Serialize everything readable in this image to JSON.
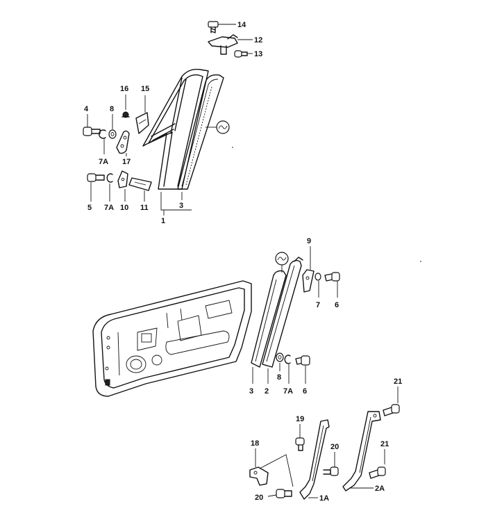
{
  "labels": {
    "l14": "14",
    "l12": "12",
    "l13": "13",
    "l16": "16",
    "l15": "15",
    "l4": "4",
    "l8a": "8",
    "l7Aa": "7A",
    "l17": "17",
    "l5": "5",
    "l7Ab": "7A",
    "l10": "10",
    "l11": "11",
    "l3a": "3",
    "l1": "1",
    "l9": "9",
    "l7a": "7",
    "l6a": "6",
    "l3b": "3",
    "l2": "2",
    "l8b": "8",
    "l7Ab2": "7A",
    "l6b": "6",
    "l21a": "21",
    "l19": "19",
    "l18": "18",
    "l20a": "20",
    "l21b": "21",
    "l20b": "20",
    "l1A": "1A",
    "l2A": "2A"
  }
}
